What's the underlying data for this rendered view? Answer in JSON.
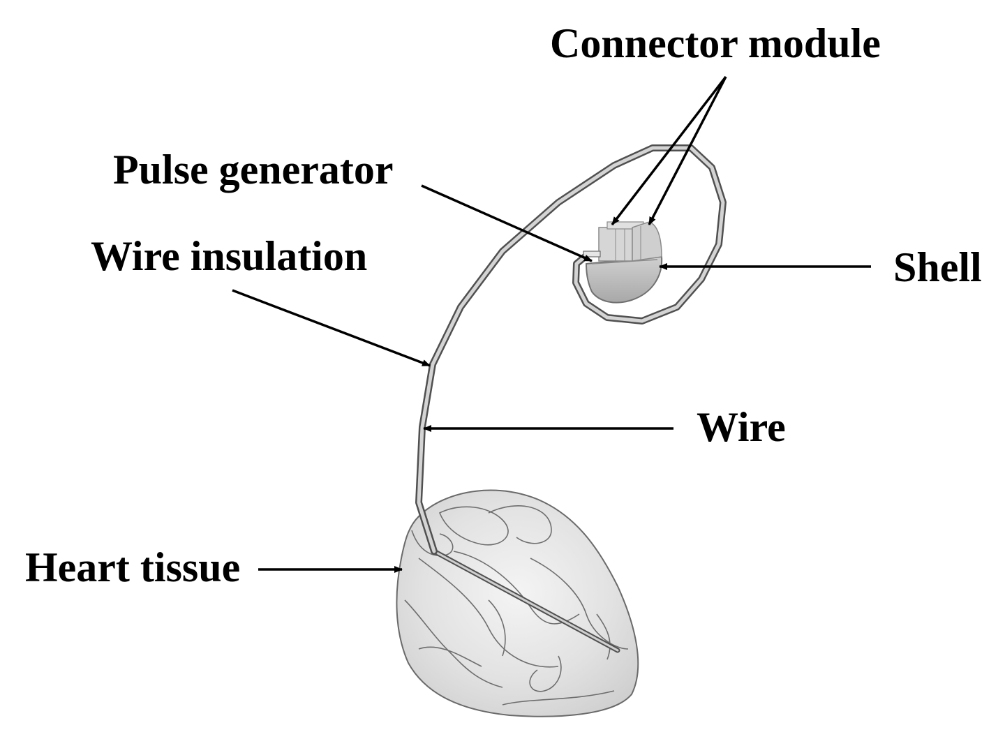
{
  "labels": {
    "connector_module": "Connector module",
    "pulse_generator": "Pulse generator",
    "wire_insulation": "Wire insulation",
    "shell": "Shell",
    "wire": "Wire",
    "heart_tissue": "Heart tissue"
  },
  "colors": {
    "text": "#000000",
    "arrow": "#000000",
    "wire_outline": "#505050",
    "wire_fill": "#c8c8c8",
    "heart_fill": "#e6e6e6",
    "heart_outline": "#555555",
    "device_fill": "#b8b8b8"
  }
}
